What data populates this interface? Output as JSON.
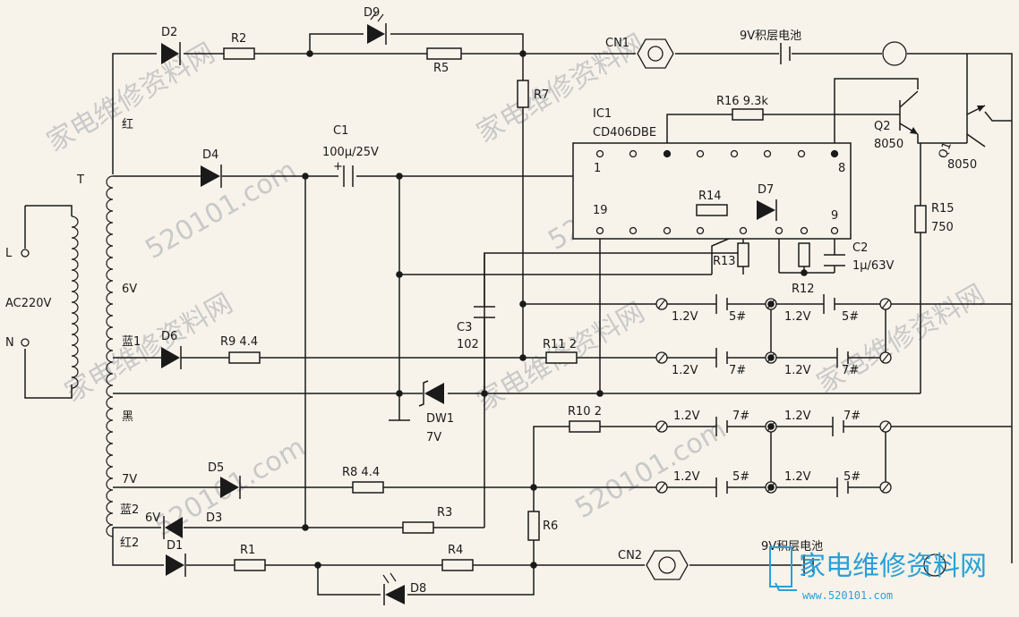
{
  "labels": {
    "D2": "D2",
    "R2": "R2",
    "D9": "D9",
    "R5": "R5",
    "CN1": "CN1",
    "bat1": "9V积层电池",
    "R7": "R7",
    "R16": "R16 9.3k",
    "IC1": "IC1",
    "ic_part": "CD406DBE",
    "Q2": "Q2",
    "Q2v": "8050",
    "Q1": "Q1",
    "Q1v": "8050",
    "red": "红",
    "T": "T",
    "D4": "D4",
    "C1": "C1",
    "C1v": "100μ/25V",
    "pin1": "1",
    "pin8": "8",
    "R14": "R14",
    "D7": "D7",
    "pin19": "19",
    "pin9": "9",
    "R15": "R15",
    "R15v": "750",
    "R13": "R13",
    "C2": "C2",
    "C2v": "1μ/63V",
    "L": "L",
    "AC": "AC220V",
    "N": "N",
    "v6a": "6V",
    "R12": "R12",
    "C3": "C3",
    "C3v": "102",
    "blue1": "蓝1",
    "D6": "D6",
    "R9": "R9 4.4",
    "R11": "R11 2",
    "black": "黑",
    "DW1": "DW1",
    "DW1v": "7V",
    "R10": "R10 2",
    "v7": "7V",
    "D5": "D5",
    "R8": "R8 4.4",
    "blue2": "蓝2",
    "v6b": "6V",
    "D3": "D3",
    "R3": "R3",
    "R6": "R6",
    "red2": "红2",
    "D1": "D1",
    "R1": "R1",
    "R4": "R4",
    "CN2": "CN2",
    "bat2": "9V积层电池",
    "D8": "D8",
    "cell_v": "1.2V",
    "s5": "5#",
    "s7": "7#"
  },
  "watermark": {
    "site": "520101.com",
    "text": "家电维修资料网",
    "logo": "家电维修资料网",
    "logo_sub": "www.520101.com"
  }
}
